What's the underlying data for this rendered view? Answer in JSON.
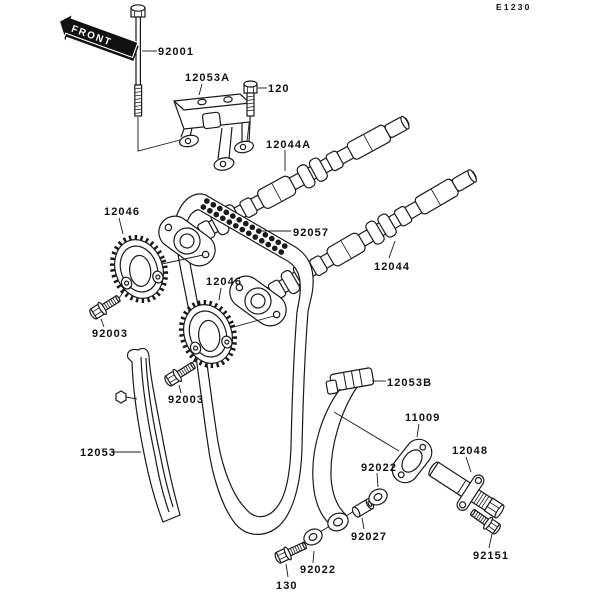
{
  "diagram": {
    "page_code": "E1230",
    "front_marker": "FRONT",
    "background_color": "#ffffff",
    "line_color": "#1a1a1a"
  },
  "parts": {
    "p92001": "92001",
    "p12053A": "12053A",
    "p120": "120",
    "p12044A": "12044A",
    "p12046_front": "12046",
    "p92057": "92057",
    "p12044": "12044",
    "p12046_rear": "12046",
    "p92003_front": "92003",
    "p92003_rear": "92003",
    "p12053": "12053",
    "p12053B": "12053B",
    "p11009": "11009",
    "p92022_upper": "92022",
    "p12048": "12048",
    "p92027": "92027",
    "p92151": "92151",
    "p92022_lower": "92022",
    "p130": "130"
  }
}
